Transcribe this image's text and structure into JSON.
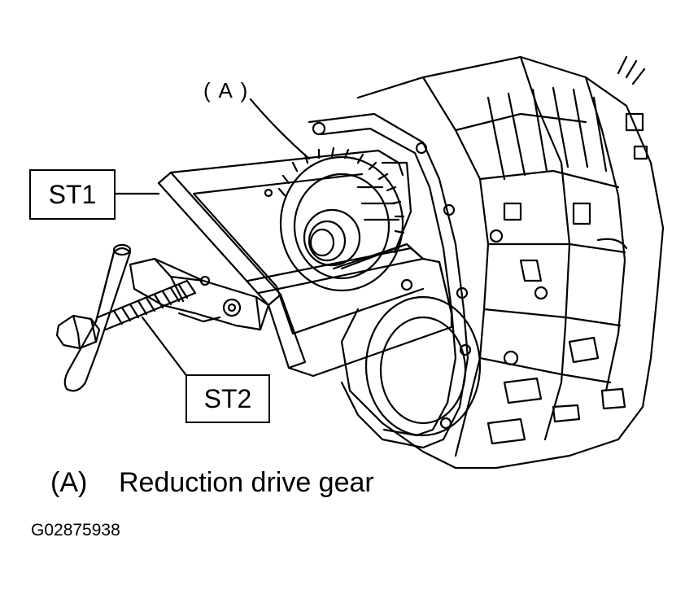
{
  "callouts": {
    "st1": "ST1",
    "st2": "ST2",
    "a": "( A )"
  },
  "legend": {
    "key": "(A)",
    "text": "Reduction drive gear"
  },
  "figure_id": "G02875938",
  "colors": {
    "line": "#000000",
    "background": "#ffffff"
  }
}
